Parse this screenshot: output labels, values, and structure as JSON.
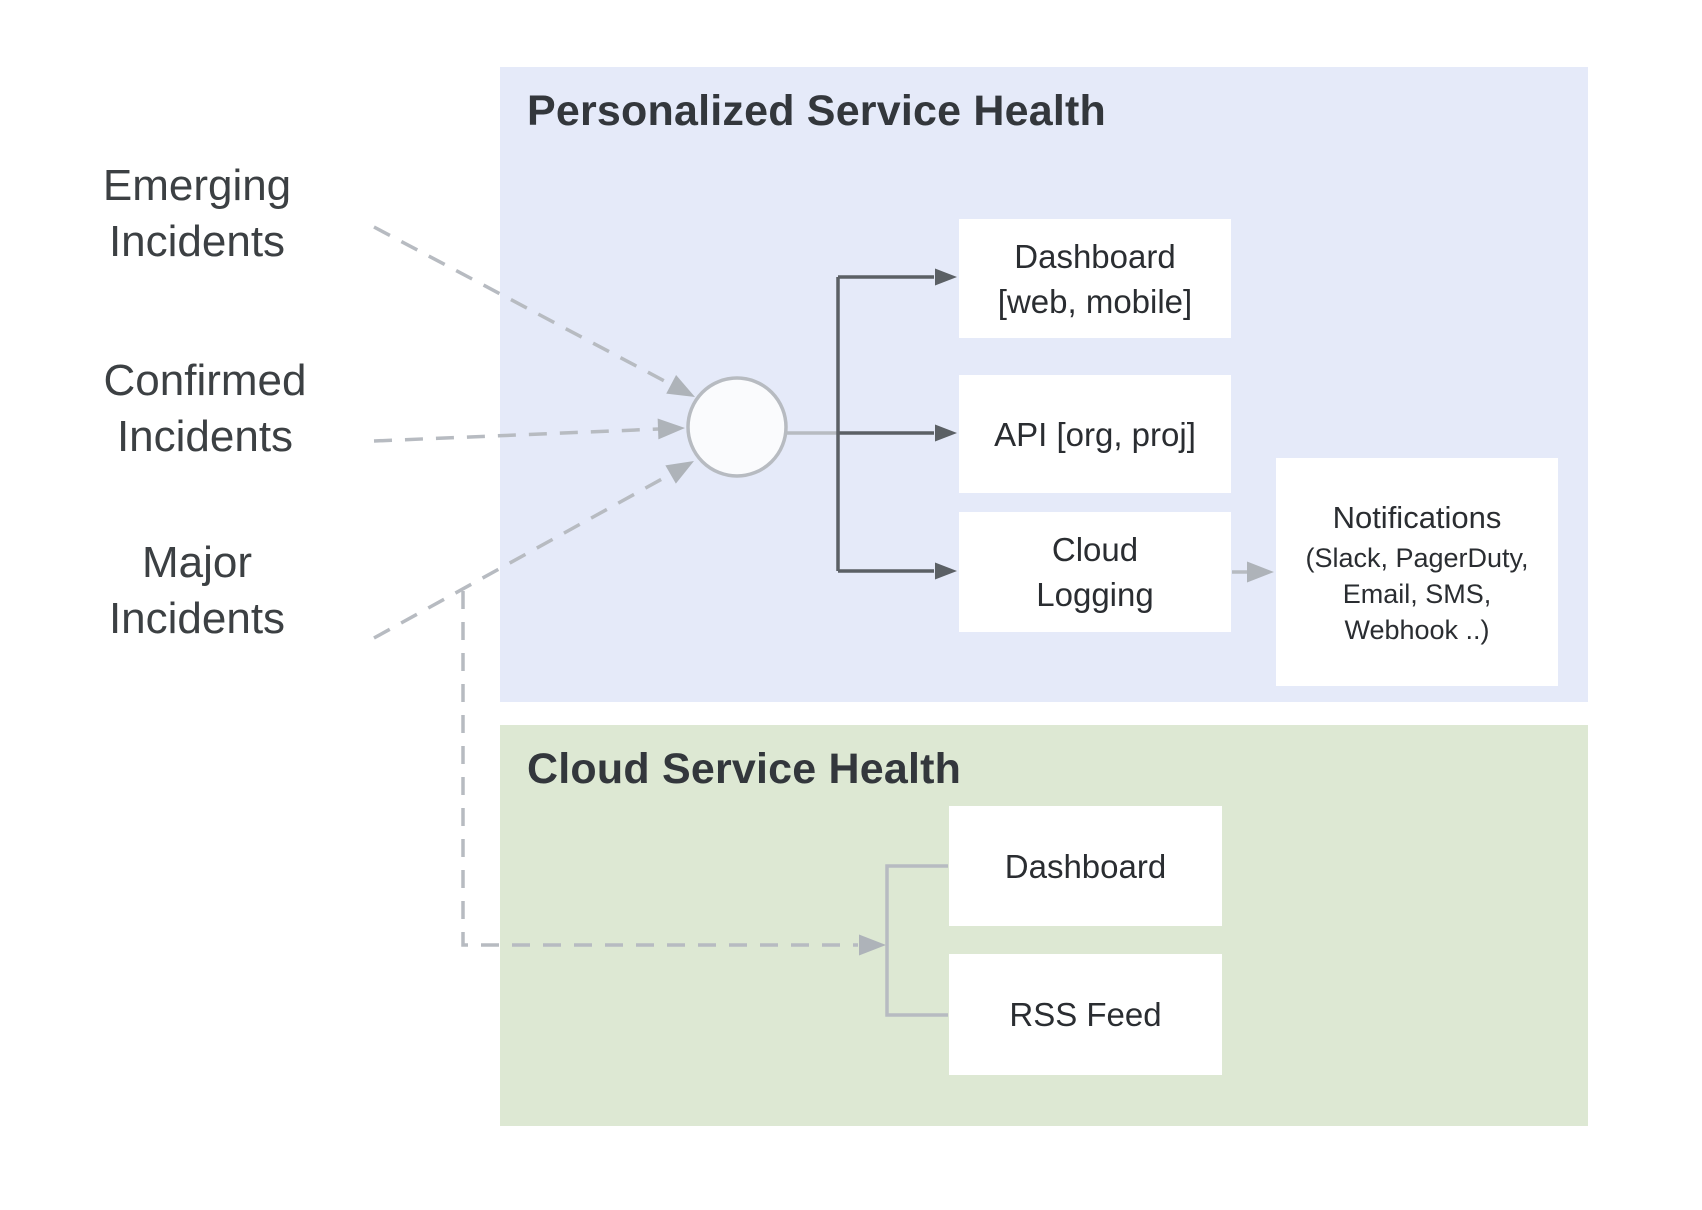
{
  "panels": {
    "personalized": {
      "title": "Personalized Service Health"
    },
    "cloud": {
      "title": "Cloud Service Health"
    }
  },
  "sources": [
    {
      "lines": [
        "Emerging",
        "Incidents"
      ]
    },
    {
      "lines": [
        "Confirmed",
        "Incidents"
      ]
    },
    {
      "lines": [
        "Major",
        "Incidents"
      ]
    }
  ],
  "nodes": {
    "dashboard_personalized": {
      "lines": [
        "Dashboard",
        "[web, mobile]"
      ]
    },
    "api": {
      "lines": [
        "API [org, proj]"
      ]
    },
    "cloud_logging": {
      "lines": [
        "Cloud",
        "Logging"
      ]
    },
    "notifications": {
      "title": "Notifications",
      "sub": [
        "(Slack, PagerDuty,",
        "Email, SMS,",
        "Webhook ..)"
      ]
    },
    "dashboard_cloud": {
      "lines": [
        "Dashboard"
      ]
    },
    "rss_feed": {
      "lines": [
        "RSS Feed"
      ]
    }
  },
  "colors": {
    "panel_blue": "#e5eaf9",
    "panel_green": "#dde8d3",
    "title_color": "#33373c",
    "label_color": "#3c4043",
    "node_text": "#2a2d31",
    "dark_line": "#5b6065",
    "grey_line": "#b7bbc1",
    "grey_arrow": "#aeb3b9",
    "hub_fill": "#fafbfd"
  }
}
